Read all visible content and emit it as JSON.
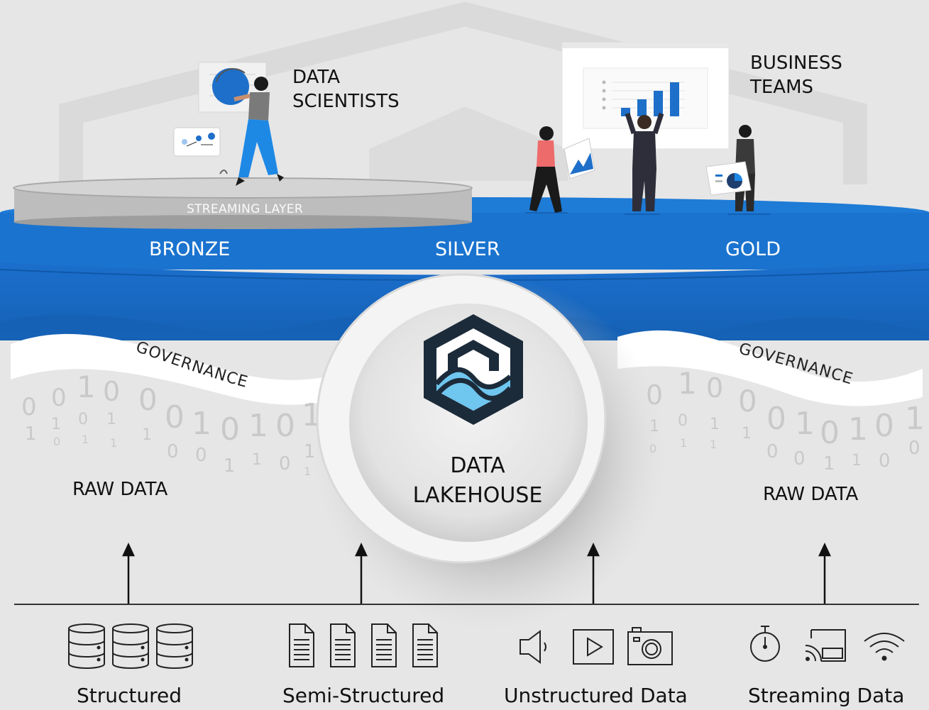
{
  "labels": {
    "data_scientists": [
      "DATA",
      "SCIENTISTS"
    ],
    "business_teams": [
      "BUSINESS",
      "TEAMS"
    ],
    "streaming_layer": "STREAMING LAYER",
    "bronze": "BRONZE",
    "silver": "SILVER",
    "gold": "GOLD",
    "governance_left": "GOVERNANCE",
    "governance_right": "GOVERNANCE",
    "raw_data_left": "RAW DATA",
    "raw_data_right": "RAW DATA",
    "center": [
      "DATA",
      "LAKEHOUSE"
    ]
  },
  "sources": [
    {
      "label": "Structured",
      "icons": [
        "database-icon",
        "database-icon",
        "database-icon"
      ]
    },
    {
      "label": "Semi-Structured",
      "icons": [
        "document-icon",
        "document-icon",
        "document-icon",
        "document-icon"
      ]
    },
    {
      "label": "Unstructured Data",
      "icons": [
        "speaker-icon",
        "play-icon",
        "camera-icon"
      ]
    },
    {
      "label": "Streaming Data",
      "icons": [
        "stopwatch-icon",
        "cast-icon",
        "wifi-icon"
      ]
    }
  ],
  "colors": {
    "background": "#e6e6e6",
    "blue_band": "#1a73cf",
    "blue_dark": "#1565b8",
    "blue_mid": "#1e7bd6",
    "stream_layer": "#bdbdbd",
    "person_blue": "#1e88e5",
    "logo_navy": "#1c2b3a",
    "logo_water": "#4fb6ea"
  }
}
